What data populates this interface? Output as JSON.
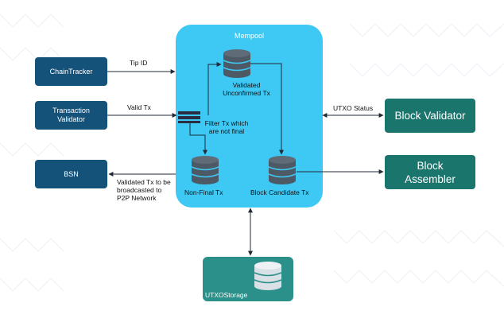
{
  "mempool": {
    "title": "Mempool"
  },
  "boxes": {
    "chaintracker": "ChainTracker",
    "tx_validator": "Transaction\nValidator",
    "bsn": "BSN",
    "block_validator": "Block Validator",
    "block_assembler": "Block\nAssembler",
    "utxo_storage": "UTXOStorage"
  },
  "labels": {
    "tip_id": "Tip ID",
    "valid_tx": "Valid Tx",
    "utxo_status": "UTXO Status",
    "validated_broadcast": "Validated Tx to be\nbroadcasted to\nP2P Network",
    "validated_unconfirmed": "Validated\nUnconfirmed  Tx",
    "filter": "Filter Tx which\nare not  final",
    "non_final": "Non-Final Tx",
    "block_candidate": "Block Candidate Tx"
  },
  "colors": {
    "mempool": "#3ec8f4",
    "navy_box": "#15527a",
    "teal_box": "#1a756d",
    "utxo_box": "#2a9089",
    "database": "#4d5a66",
    "filter": "#2b2d42"
  },
  "icons": [
    "database-icon",
    "filter-icon"
  ]
}
